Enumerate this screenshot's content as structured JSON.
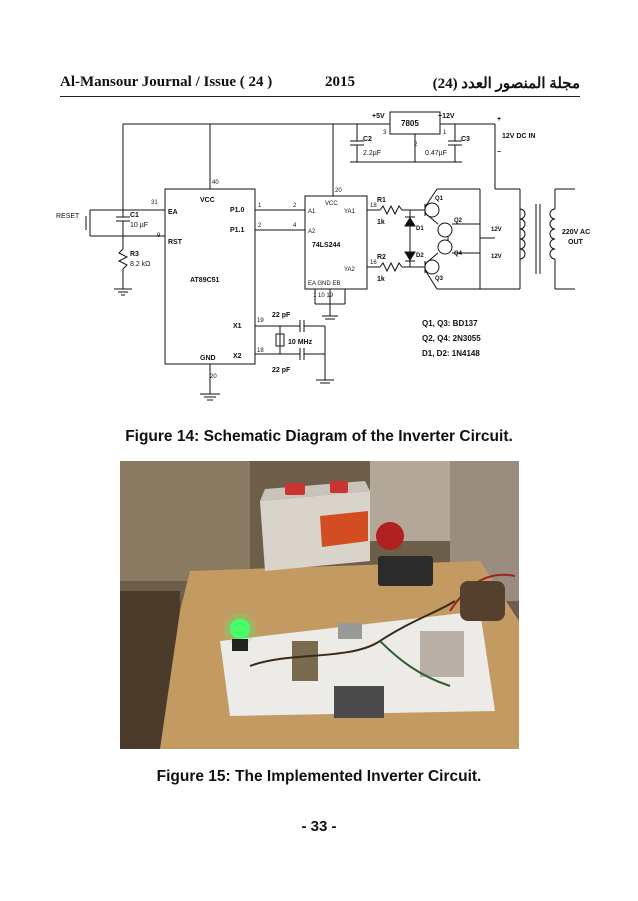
{
  "header": {
    "left": "Al-Mansour Journal / Issue ( 24 )",
    "center": "2015",
    "right": "مجلة المنصور العدد (24)"
  },
  "schematic": {
    "regulator": "7805",
    "plus5v": "+5V",
    "plus12v": "+12V",
    "dc_in": "12V DC IN",
    "reg_pins": [
      "3",
      "2",
      "1"
    ],
    "c2": "C2",
    "c2_val": "2.2µF",
    "c3": "C3",
    "c3_val": "0.47µF",
    "mcu": "AT89C51",
    "vcc": "VCC",
    "pin40": "40",
    "pin31": "31",
    "pin9": "9",
    "pin19": "19",
    "pin18": "18",
    "pin20": "20",
    "ea": "EA",
    "rst": "RST",
    "p10": "P1.0",
    "p11": "P1.1",
    "x1": "X1",
    "x2": "X2",
    "gnd": "GND",
    "reset": "RESET",
    "c1": "C1",
    "c1_val": "10 µF",
    "r3": "R3",
    "r3_val": "8.2 kΩ",
    "buffer": "74LS244",
    "a1": "A1",
    "a2": "A2",
    "ya1": "YA1",
    "ya2": "YA2",
    "ea_gnd_eb": "EA  GND  EB",
    "buf_pins_bottom": "1  10  19",
    "buf_vcc_pin": "20",
    "buf_pin18": "18",
    "buf_pin16": "16",
    "link_pins": [
      "1",
      "2",
      "2",
      "4"
    ],
    "r1": "R1",
    "r2": "R2",
    "r_val": "1k",
    "d1": "D1",
    "d2": "D2",
    "q1": "Q1",
    "q2": "Q2",
    "q3": "Q3",
    "q4": "Q4",
    "cap22a": "22 pF",
    "cap22b": "22 pF",
    "crystal": "10 MHz",
    "tx12a": "12V",
    "tx12b": "12V",
    "ac_out_1": "220V AC",
    "ac_out_2": "OUT",
    "plus": "+",
    "minus": "−",
    "legend": [
      "Q1, Q3: BD137",
      "Q2, Q4: 2N3055",
      "D1, D2: 1N4148"
    ]
  },
  "fig14_caption": "Figure 14: Schematic Diagram of the Inverter Circuit.",
  "fig15_caption": "Figure 15: The Implemented Inverter Circuit.",
  "page_number": "- 33 -"
}
